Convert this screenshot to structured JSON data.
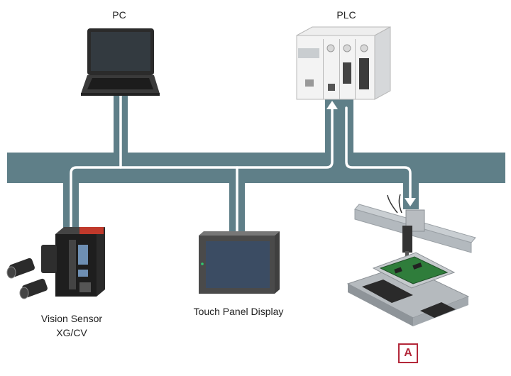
{
  "labels": {
    "pc": "PC",
    "plc": "PLC",
    "vision": "Vision Sensor",
    "vision_model": "XG/CV",
    "touch": "Touch Panel Display",
    "marker": "A"
  },
  "icons": {
    "pc": "laptop-icon",
    "plc": "plc-rack-icon",
    "vision": "vision-sensor-controller-icon",
    "touch": "touch-panel-icon",
    "stage": "xy-stage-machine-icon"
  },
  "colors": {
    "network_bus": "#5f7f88",
    "link_line": "#ffffff",
    "marker": "#b3283a"
  }
}
